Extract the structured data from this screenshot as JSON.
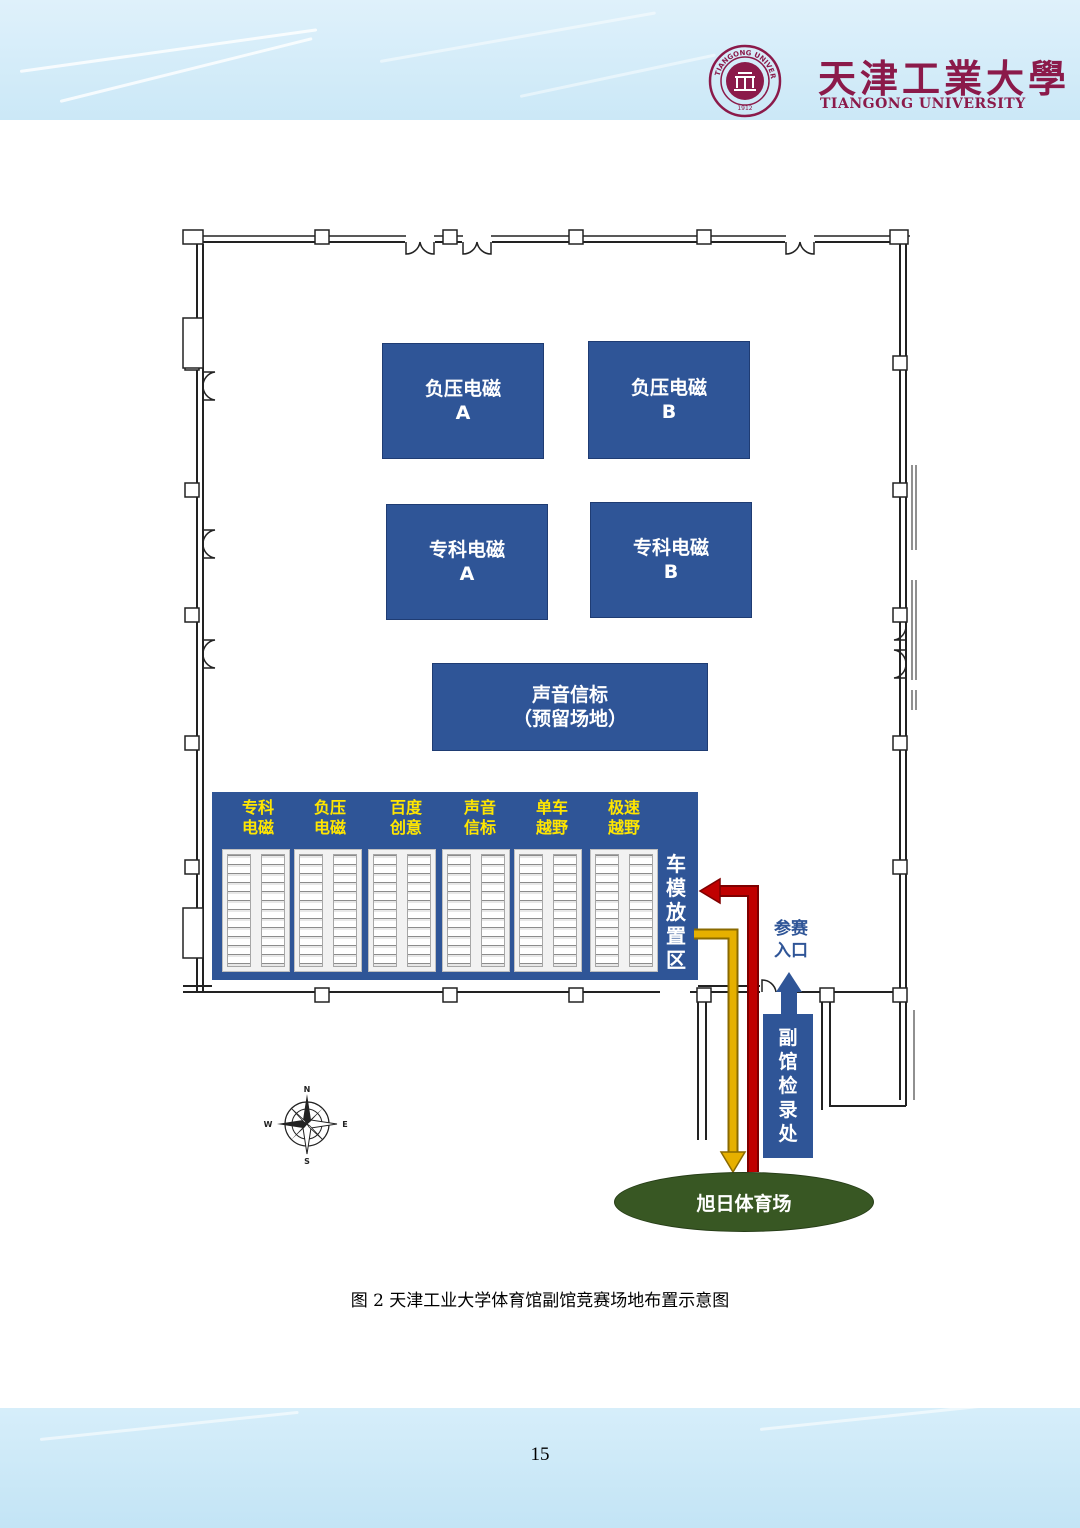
{
  "header": {
    "university_cn": "天津工業大學",
    "university_en": "TIANGONG UNIVERSITY",
    "seal_ring_text": "TIANGONG UNIVERSITY",
    "seal_year": "1912",
    "accent_color": "#8b1a4a"
  },
  "zones": {
    "negative_pressure_a": {
      "line1": "负压电磁",
      "line2": "A"
    },
    "negative_pressure_b": {
      "line1": "负压电磁",
      "line2": "B"
    },
    "vocational_a": {
      "line1": "专科电磁",
      "line2": "A"
    },
    "vocational_b": {
      "line1": "专科电磁",
      "line2": "B"
    },
    "sound_beacon": {
      "line1": "声音信标",
      "line2": "（预留场地）"
    },
    "fill_color": "#2f5597"
  },
  "parking": {
    "categories": [
      {
        "line1": "专科",
        "line2": "电磁"
      },
      {
        "line1": "负压",
        "line2": "电磁"
      },
      {
        "line1": "百度",
        "line2": "创意"
      },
      {
        "line1": "声音",
        "line2": "信标"
      },
      {
        "line1": "单车",
        "line2": "越野"
      },
      {
        "line1": "极速",
        "line2": "越野"
      }
    ],
    "label_chars": [
      "车",
      "模",
      "放",
      "置",
      "区"
    ],
    "label_color": "#ffe600"
  },
  "entrance": {
    "line1": "参赛",
    "line2": "入口"
  },
  "checkin": {
    "chars": [
      "副",
      "馆",
      "检",
      "录",
      "处"
    ]
  },
  "stadium": {
    "label": "旭日体育场",
    "color": "#385723"
  },
  "compass": {
    "n": "N",
    "s": "S",
    "e": "E",
    "w": "W"
  },
  "arrows": {
    "in_color": "#c00000",
    "out_color": "#e6b000",
    "entry_color": "#2f5597"
  },
  "caption": "图 2  天津工业大学体育馆副馆竞赛场地布置示意图",
  "page_number": "15"
}
